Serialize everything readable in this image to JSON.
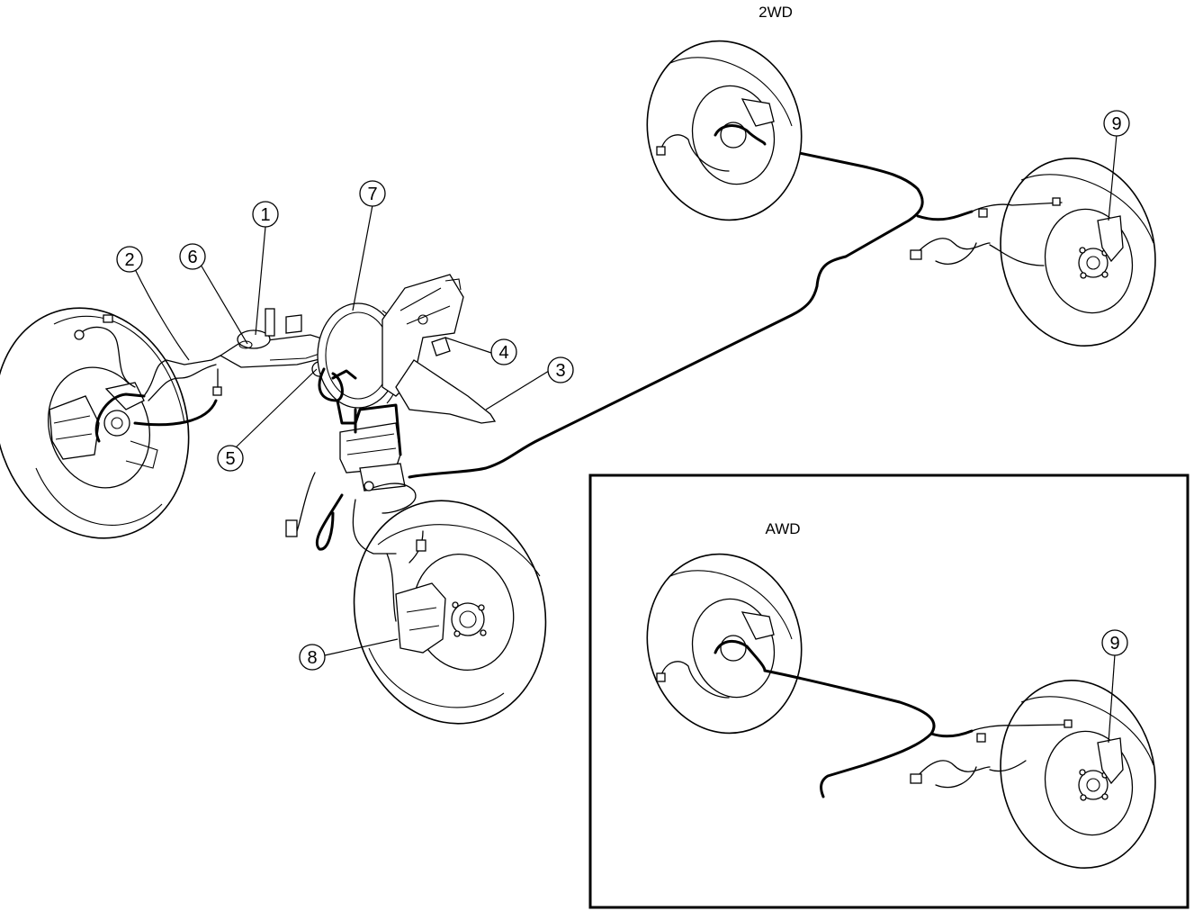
{
  "labels": {
    "top_variant": "2WD",
    "inset_variant": "AWD"
  },
  "callouts": [
    {
      "id": "1",
      "text": "1"
    },
    {
      "id": "2",
      "text": "2"
    },
    {
      "id": "3",
      "text": "3"
    },
    {
      "id": "4",
      "text": "4"
    },
    {
      "id": "5",
      "text": "5"
    },
    {
      "id": "6",
      "text": "6"
    },
    {
      "id": "7",
      "text": "7"
    },
    {
      "id": "8",
      "text": "8"
    },
    {
      "id": "9a",
      "text": "9"
    },
    {
      "id": "9b",
      "text": "9"
    }
  ],
  "colors": {
    "ink": "#000000",
    "background": "#ffffff"
  }
}
